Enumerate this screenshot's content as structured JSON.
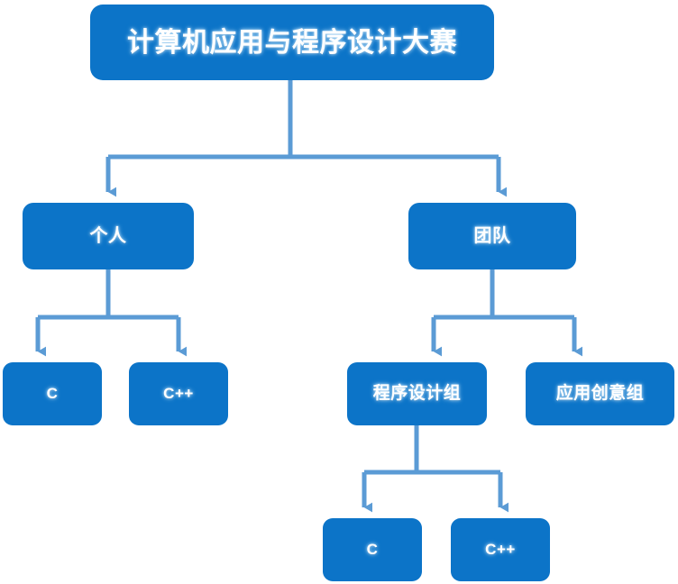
{
  "diagram": {
    "title": "计算机应用与程序设计大赛",
    "background_color": "#ffffff",
    "node_fill_color": "#0c74c8",
    "node_text_color": "#ffffff",
    "connector_color": "#5b9bd5",
    "type": "tree-flowchart",
    "nodes": {
      "root": {
        "label": "计算机应用与程序设计大赛",
        "level": 1
      },
      "individual": {
        "label": "个人",
        "level": 2
      },
      "team": {
        "label": "团队",
        "level": 2
      },
      "individual_c": {
        "label": "C",
        "level": 3
      },
      "individual_cpp": {
        "label": "C++",
        "level": 3
      },
      "program_design_group": {
        "label": "程序设计组",
        "level": 3
      },
      "application_creative_group": {
        "label": "应用创意组",
        "level": 3
      },
      "team_c": {
        "label": "C",
        "level": 4
      },
      "team_cpp": {
        "label": "C++",
        "level": 4
      }
    },
    "edges": [
      {
        "from": "root",
        "to": "individual"
      },
      {
        "from": "root",
        "to": "team"
      },
      {
        "from": "individual",
        "to": "individual_c"
      },
      {
        "from": "individual",
        "to": "individual_cpp"
      },
      {
        "from": "team",
        "to": "program_design_group"
      },
      {
        "from": "team",
        "to": "application_creative_group"
      },
      {
        "from": "program_design_group",
        "to": "team_c"
      },
      {
        "from": "program_design_group",
        "to": "team_cpp"
      }
    ]
  }
}
